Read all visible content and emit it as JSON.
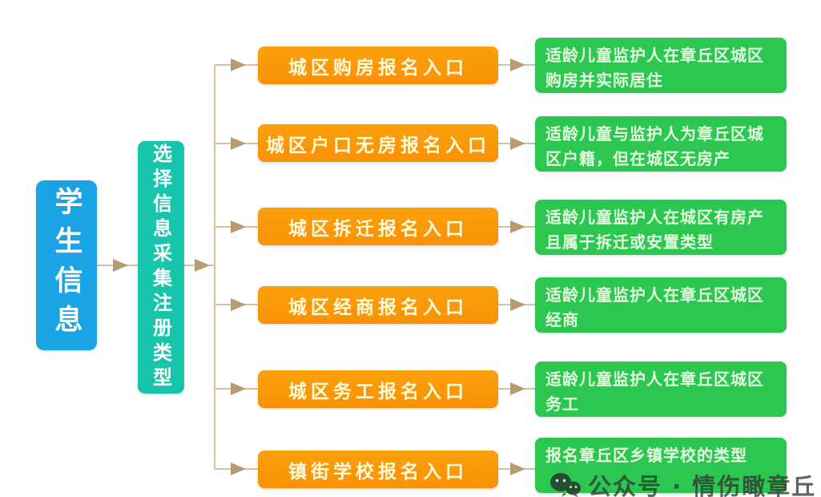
{
  "diagram": {
    "root": {
      "label": "学生信息"
    },
    "selector": {
      "label": "选择信息采集注册类型"
    },
    "rows": [
      {
        "entry": "城区购房报名入口",
        "desc": "适龄儿童监护人在章丘区城区购房并实际居住"
      },
      {
        "entry": "城区户口无房报名入口",
        "desc": "适龄儿童与监护人为章丘区城区户籍，但在城区无房产"
      },
      {
        "entry": "城区拆迁报名入口",
        "desc": "适龄儿童监护人在城区有房产且属于拆迁或安置类型"
      },
      {
        "entry": "城区经商报名入口",
        "desc": "适龄儿童监护人在章丘区城区经商"
      },
      {
        "entry": "城区务工报名入口",
        "desc": "适龄儿童监护人在章丘区城区务工"
      },
      {
        "entry": "镇街学校报名入口",
        "desc": "报名章丘区乡镇学校的类型"
      }
    ],
    "watermark": {
      "icon": "wechat-icon",
      "text": "公众号 · 情伤瞰章丘"
    },
    "colors": {
      "root_blue": "#1ba4e5",
      "selector_teal": "#17c4ac",
      "entry_orange": "#fa9708",
      "desc_green": "#2bc751",
      "connector_line": "#d8c29a",
      "arrowhead": "#b89b70",
      "entry_text": "#fffbdc",
      "desc_text": "#e3fbdf"
    }
  }
}
